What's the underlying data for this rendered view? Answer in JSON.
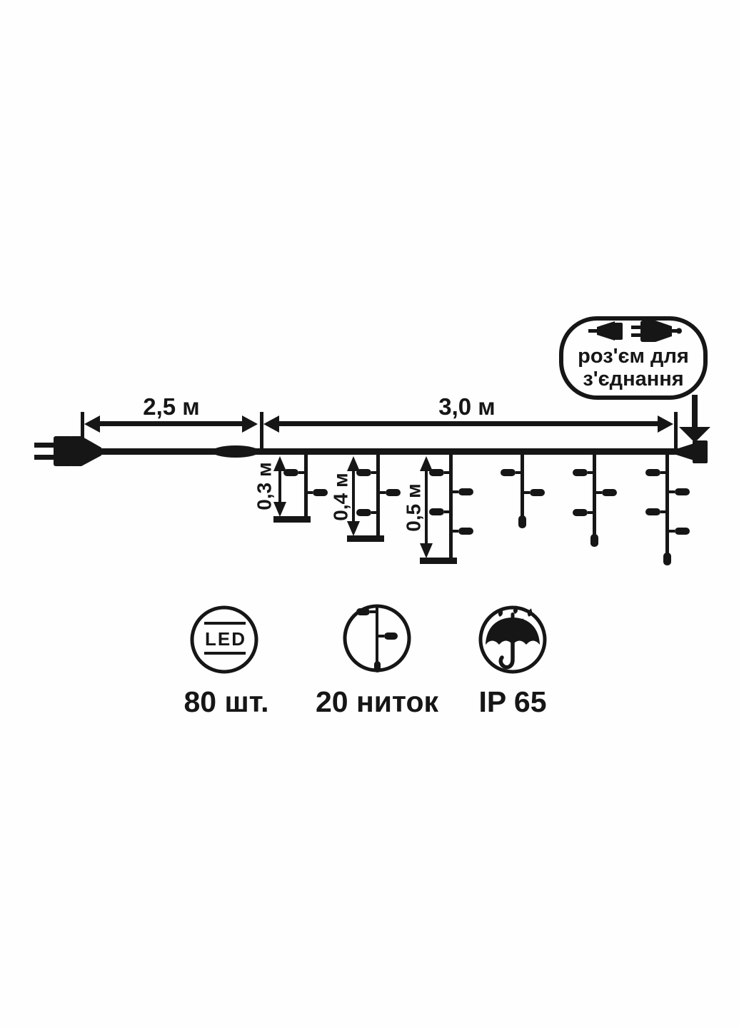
{
  "diagram": {
    "callout": {
      "line1": "роз'єм для",
      "line2": "з'єднання"
    },
    "dimensions": {
      "lead_length": "2,5 м",
      "section_length": "3,0 м",
      "drop_short": "0,3 м",
      "drop_medium": "0,4 м",
      "drop_long": "0,5 м"
    }
  },
  "badges": {
    "led": {
      "label": "LED",
      "caption": "80 шт."
    },
    "strings": {
      "caption": "20 ниток"
    },
    "ip": {
      "caption": "IP 65"
    }
  },
  "icons": {
    "power_plug": "power-plug-icon",
    "inline_controller": "inline-controller-capsule",
    "end_connector": "end-connector-icon",
    "connector_pair": "plug-socket-pair-icon",
    "led_badge": "led-circle-icon",
    "strings_badge": "string-drop-icon",
    "ip_badge": "umbrella-rain-icon"
  },
  "colors": {
    "ink": "#161616",
    "background": "#fefefe"
  }
}
